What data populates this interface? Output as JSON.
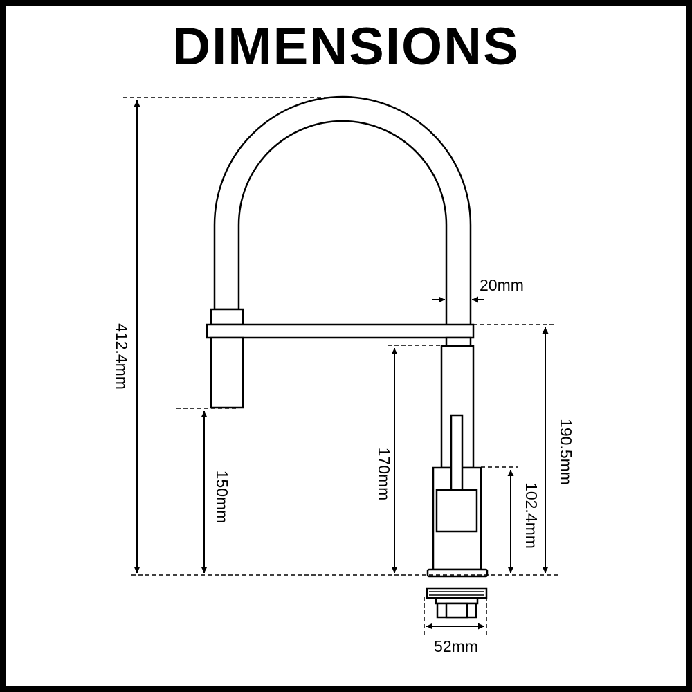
{
  "title": "DIMENSIONS",
  "dimensions": {
    "overall_height": "412.4mm",
    "spout_clearance": "150mm",
    "spout_diameter": "20mm",
    "body_height": "170mm",
    "hub_height": "190.5mm",
    "handle_height": "102.4mm",
    "base_diameter": "52mm"
  },
  "colors": {
    "line": "#000000",
    "background": "#ffffff"
  }
}
